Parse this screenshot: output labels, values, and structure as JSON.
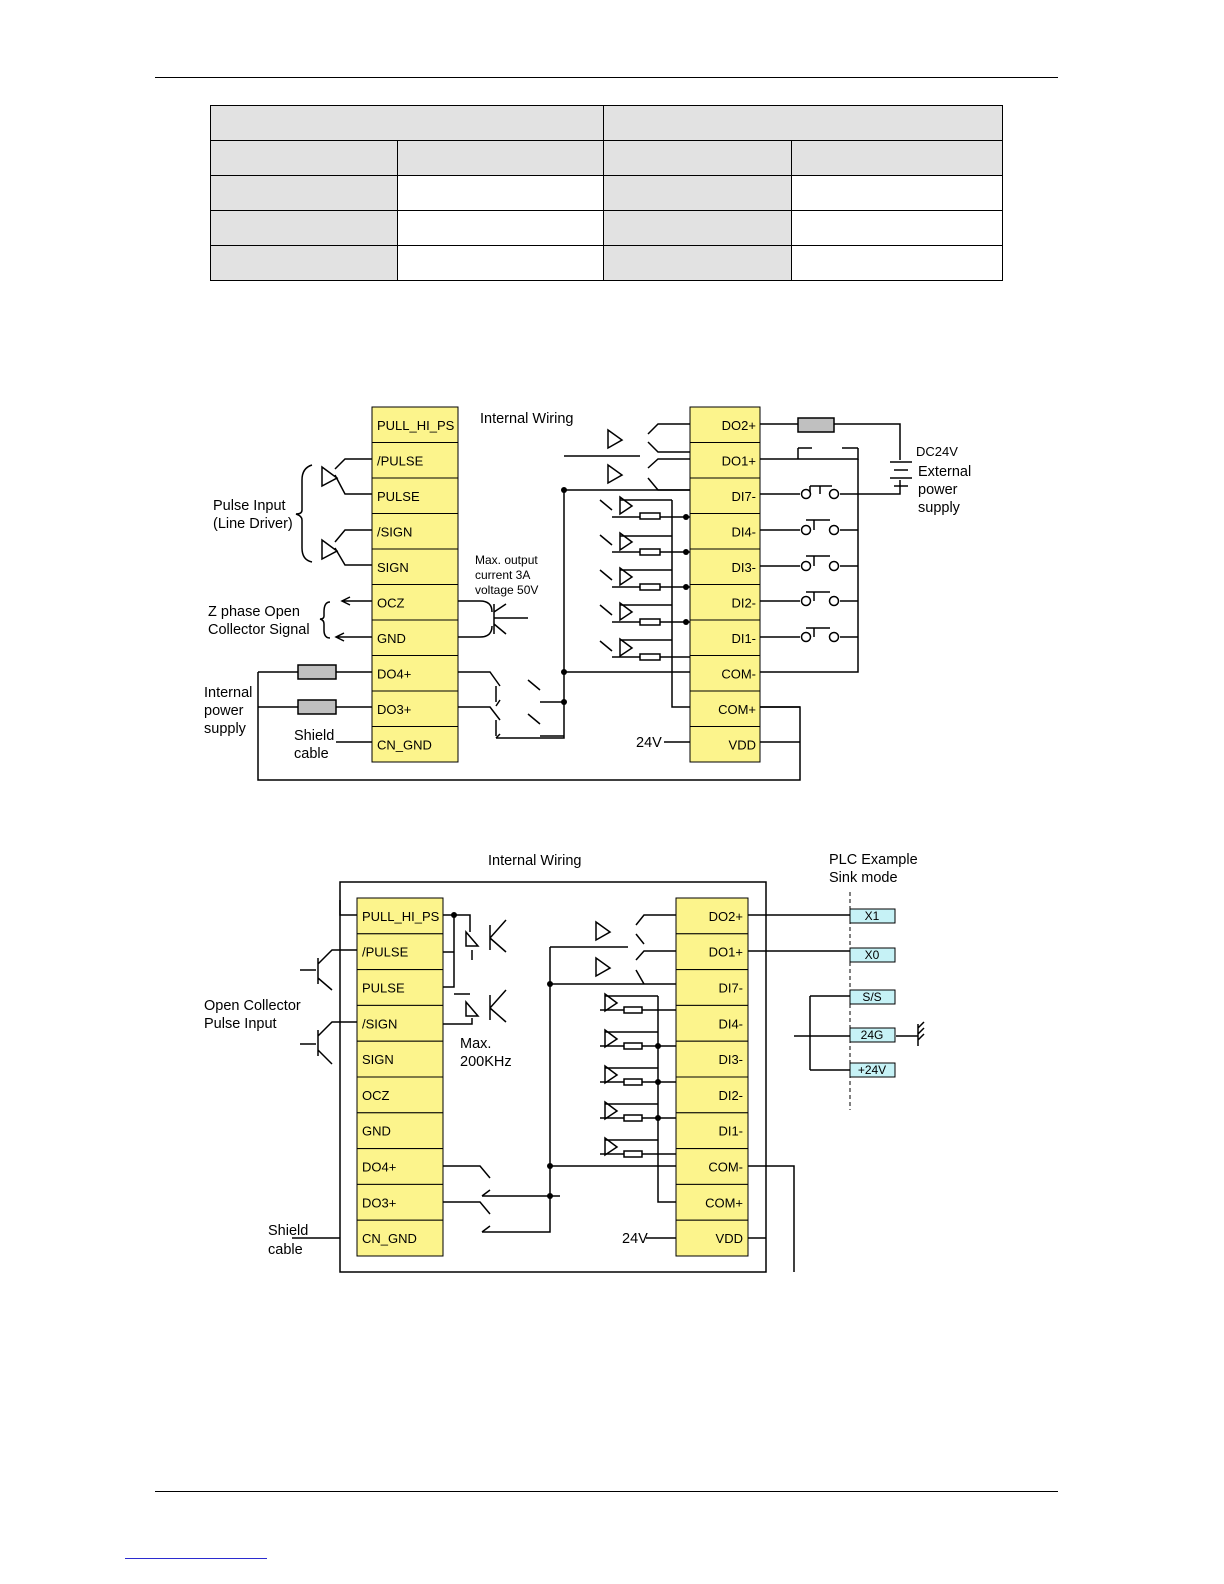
{
  "diagram1": {
    "title": "Internal Wiring",
    "left_terminals": [
      "PULL_HI_PS",
      "/PULSE",
      "PULSE",
      "/SIGN",
      "SIGN",
      "OCZ",
      "GND",
      "DO4+",
      "DO3+",
      "CN_GND"
    ],
    "right_terminals": [
      "DO2+",
      "DO1+",
      "DI7-",
      "DI4-",
      "DI3-",
      "DI2-",
      "DI1-",
      "COM-",
      "COM+",
      "VDD"
    ],
    "labels": {
      "pulse_input": [
        "Pulse Input",
        "(Line Driver)"
      ],
      "z_phase": [
        "Z phase Open",
        "Collector Signal"
      ],
      "internal_power": [
        "Internal",
        "power",
        "supply"
      ],
      "shield": [
        "Shield",
        "cable"
      ],
      "max_output": [
        "Max. output",
        "current 3A",
        "voltage 50V"
      ],
      "dc24v": "DC24V",
      "external_power": [
        "External",
        "power",
        "supply"
      ],
      "v24": "24V"
    }
  },
  "diagram2": {
    "title": "Internal Wiring",
    "left_terminals": [
      "PULL_HI_PS",
      "/PULSE",
      "PULSE",
      "/SIGN",
      "SIGN",
      "OCZ",
      "GND",
      "DO4+",
      "DO3+",
      "CN_GND"
    ],
    "right_terminals": [
      "DO2+",
      "DO1+",
      "DI7-",
      "DI4-",
      "DI3-",
      "DI2-",
      "DI1-",
      "COM-",
      "COM+",
      "VDD"
    ],
    "labels": {
      "open_collector": [
        "Open Collector",
        "Pulse Input"
      ],
      "max_freq": [
        "Max.",
        "200KHz"
      ],
      "shield": [
        "Shield",
        "cable"
      ],
      "plc": [
        "PLC Example",
        "Sink mode"
      ],
      "v24": "24V"
    },
    "plc_terminals": [
      "X1",
      "X0",
      "S/S",
      "24G",
      "+24V"
    ]
  },
  "colors": {
    "terminal_fill": "#fcf48c",
    "plc_fill": "#c6f2f6",
    "table_header": "#e2e2e2",
    "resistor_fill": "#c0c0c0"
  }
}
